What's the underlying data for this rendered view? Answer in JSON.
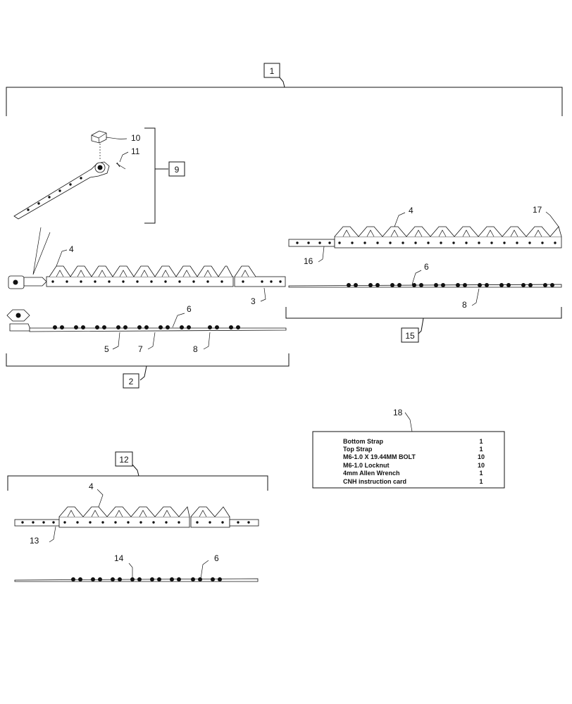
{
  "callouts": {
    "c1": "1",
    "c2": "2",
    "c3": "3",
    "c4a": "4",
    "c4b": "4",
    "c4c": "4",
    "c5": "5",
    "c6a": "6",
    "c6b": "6",
    "c6c": "6",
    "c7": "7",
    "c8a": "8",
    "c8b": "8",
    "c9": "9",
    "c10": "10",
    "c11": "11",
    "c12": "12",
    "c13": "13",
    "c14": "14",
    "c15": "15",
    "c16": "16",
    "c17": "17",
    "c18": "18"
  },
  "kit_table": {
    "rows": [
      {
        "item": "Bottom Strap",
        "qty": "1"
      },
      {
        "item": "Top Strap",
        "qty": "1"
      },
      {
        "item": "M6-1.0 X 19.44MM BOLT",
        "qty": "10"
      },
      {
        "item": "M6-1.0 Locknut",
        "qty": "10"
      },
      {
        "item": "4mm Allen Wrench",
        "qty": "1"
      },
      {
        "item": "CNH instruction card",
        "qty": "1"
      }
    ]
  }
}
